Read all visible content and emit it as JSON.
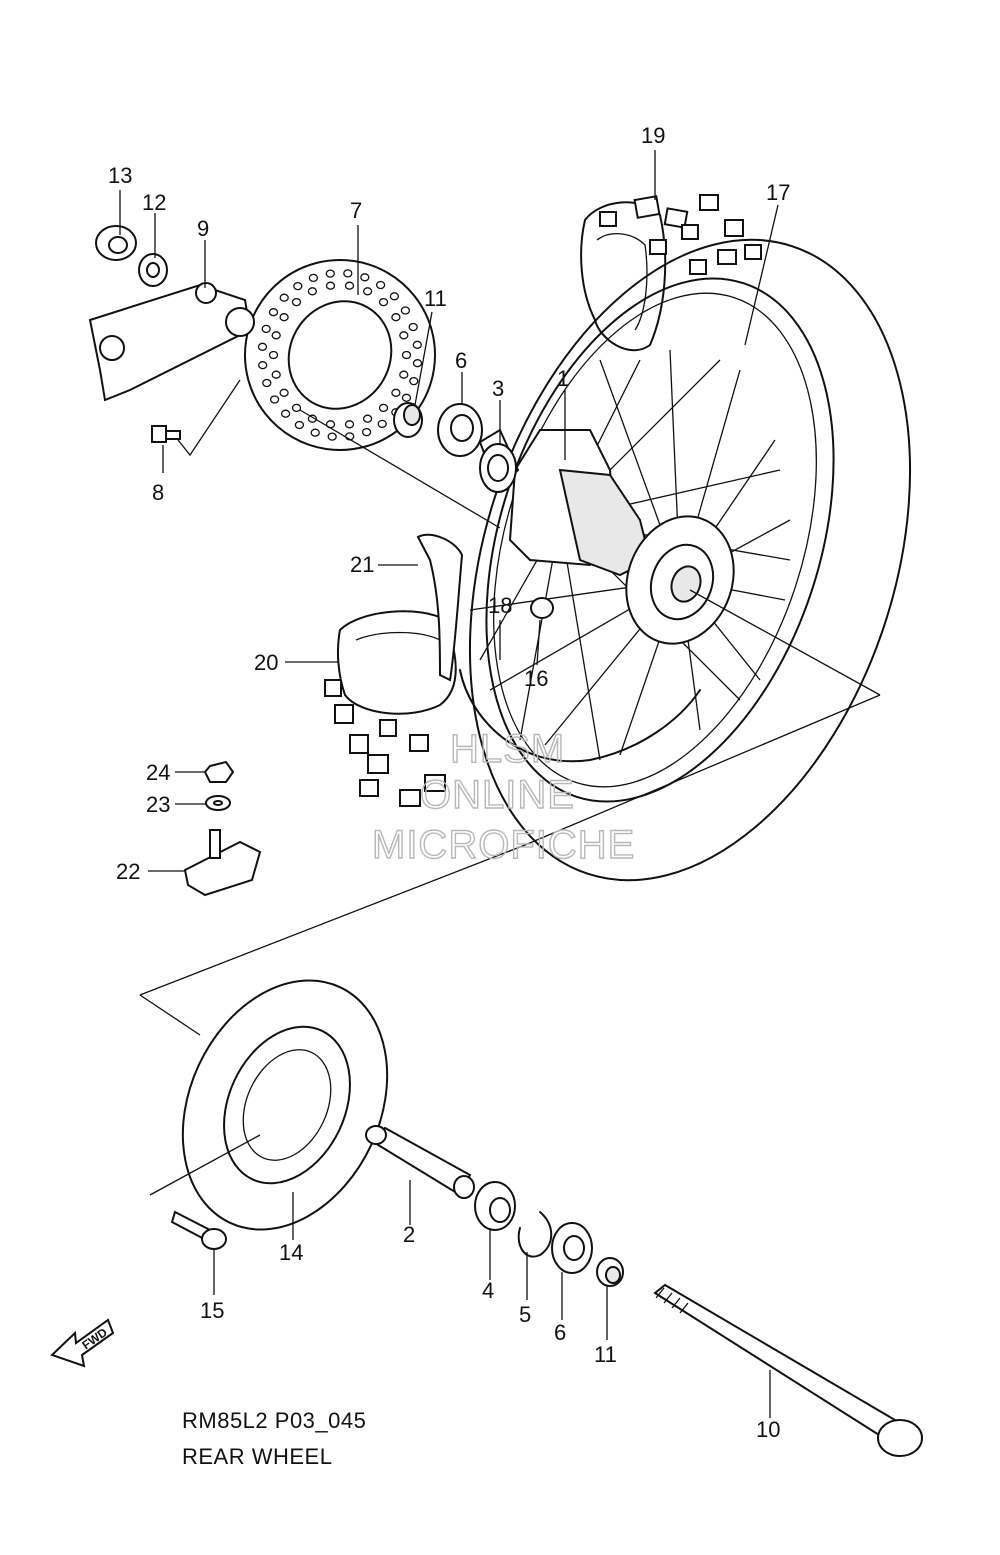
{
  "diagram": {
    "code": "RM85L2 P03_045",
    "title": "REAR WHEEL",
    "direction_label": "FWD",
    "watermark": [
      "HLSM",
      "ONLINE",
      "MICROFICHE"
    ],
    "callouts": [
      {
        "id": "c1",
        "label": "1"
      },
      {
        "id": "c2",
        "label": "2"
      },
      {
        "id": "c3",
        "label": "3"
      },
      {
        "id": "c4",
        "label": "4"
      },
      {
        "id": "c5",
        "label": "5"
      },
      {
        "id": "c6a",
        "label": "6"
      },
      {
        "id": "c6b",
        "label": "6"
      },
      {
        "id": "c7",
        "label": "7"
      },
      {
        "id": "c8",
        "label": "8"
      },
      {
        "id": "c9",
        "label": "9"
      },
      {
        "id": "c10",
        "label": "10"
      },
      {
        "id": "c11a",
        "label": "11"
      },
      {
        "id": "c11b",
        "label": "11"
      },
      {
        "id": "c12",
        "label": "12"
      },
      {
        "id": "c13",
        "label": "13"
      },
      {
        "id": "c14",
        "label": "14"
      },
      {
        "id": "c15",
        "label": "15"
      },
      {
        "id": "c16",
        "label": "16"
      },
      {
        "id": "c17",
        "label": "17"
      },
      {
        "id": "c18",
        "label": "18"
      },
      {
        "id": "c19",
        "label": "19"
      },
      {
        "id": "c20",
        "label": "20"
      },
      {
        "id": "c21",
        "label": "21"
      },
      {
        "id": "c22",
        "label": "22"
      },
      {
        "id": "c23",
        "label": "23"
      },
      {
        "id": "c24",
        "label": "24"
      }
    ]
  }
}
